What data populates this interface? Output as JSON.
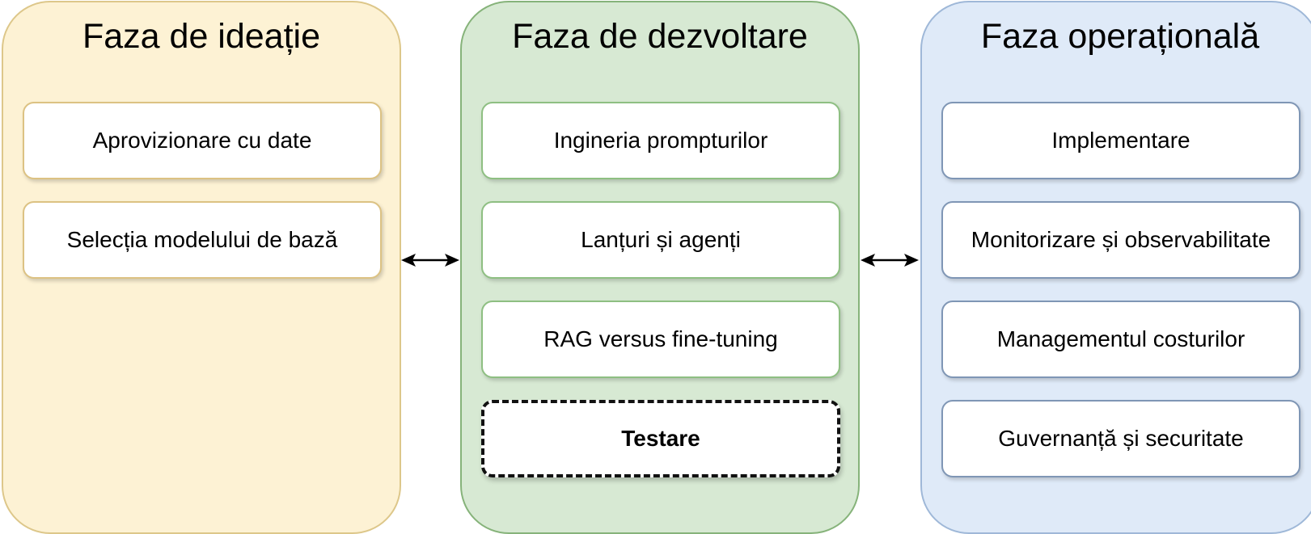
{
  "phases": [
    {
      "title": "Faza de ideație",
      "items": [
        "Aprovizionare cu date",
        "Selecția modelului de bază"
      ]
    },
    {
      "title": "Faza de dezvoltare",
      "items": [
        "Ingineria prompturilor",
        "Lanțuri și agenți",
        "RAG versus fine-tuning",
        "Testare"
      ]
    },
    {
      "title": "Faza operațională",
      "items": [
        "Implementare",
        "Monitorizare și observabilitate",
        "Managementul costurilor",
        "Guvernanță și securitate"
      ]
    }
  ],
  "colors": {
    "ideation_fill": "#fdf2d4",
    "ideation_border": "#ddc78a",
    "development_fill": "#d7e9d3",
    "development_border": "#86b37a",
    "operational_fill": "#dfeaf8",
    "operational_border": "#9fb8d8"
  },
  "connectors": [
    "double-arrow-icon",
    "double-arrow-icon"
  ]
}
